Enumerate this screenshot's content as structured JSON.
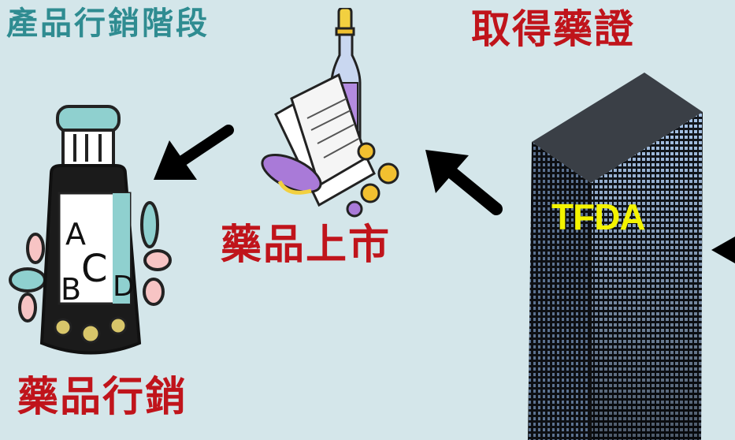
{
  "header": {
    "stage_title": "產品行銷階段"
  },
  "labels": {
    "approval": "取得藥證",
    "launch": "藥品上市",
    "marketing": "藥品行銷",
    "agency": "TFDA"
  },
  "bottle_letters": [
    "A",
    "B",
    "C",
    "D"
  ],
  "colors": {
    "background": "#d4e6ea",
    "title": "#2f8c91",
    "accent_red": "#c0141b",
    "agency_text": "#f4f400"
  }
}
